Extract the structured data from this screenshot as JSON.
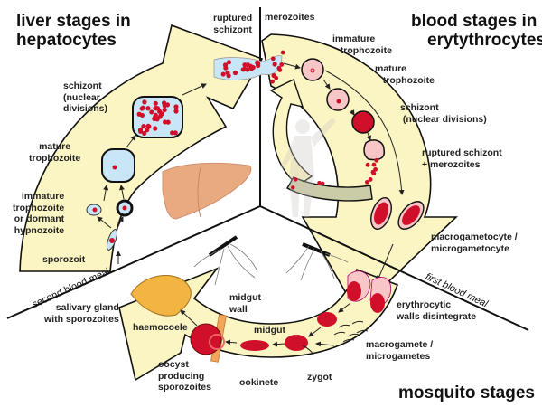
{
  "colors": {
    "arrow_fill": "#fbf5c3",
    "cell_blue": "#c8e6f5",
    "parasite_red": "#d0102a",
    "rbc_pink": "#f8c6c6",
    "liver": "#e9aa80",
    "gland_orange": "#f2b542",
    "gut_wall": "#f2a65a",
    "inner_arrow_green": "#c9cca6"
  },
  "sections": {
    "liver": {
      "title_line1": "liver stages in",
      "title_line2": "hepatocytes"
    },
    "blood": {
      "title_line1": "blood stages in",
      "title_line2": "erytythrocytes"
    },
    "mosquito": {
      "title": "mosquito stages"
    }
  },
  "divider_labels": {
    "second_blood_meal": "second blood meal",
    "first_blood_meal": "first blood meal"
  },
  "liver_labels": {
    "ruptured_schizont": "ruptured\nschizont",
    "schizont": "schizont\n(nuclear\ndivisions)",
    "mature_trophozoite": "mature\ntrophozoite",
    "immature": "immature\ntrophozoite\nor dormant\nhypnozoite",
    "sporozoit": "sporozoit"
  },
  "blood_labels": {
    "merozoites": "merozoites",
    "immature_trophozoite": "immature\n   trophozoite",
    "mature_trophozoite": "mature\n   trophozoite",
    "schizont": "schizont\n (nuclear divisions)",
    "ruptured_schizont": "ruptured schizont\n+ merozoites",
    "gametocyte": "macrogametocyte /\nmicrogametocyte"
  },
  "mosquito_labels": {
    "erythrocytic": "erythrocytic\nwalls disintegrate",
    "macrogamete": "macrogamete /\nmicrogametes",
    "zygot": "zygot",
    "ookinete": "ookinete",
    "midgut": "midgut",
    "midgut_wall": "midgut\nwall",
    "oocyst": "oocyst\nproducing\nsporozoites",
    "haemocoele": "haemocoele",
    "salivary_gland": "salivary gland\nwith sporozoites"
  }
}
